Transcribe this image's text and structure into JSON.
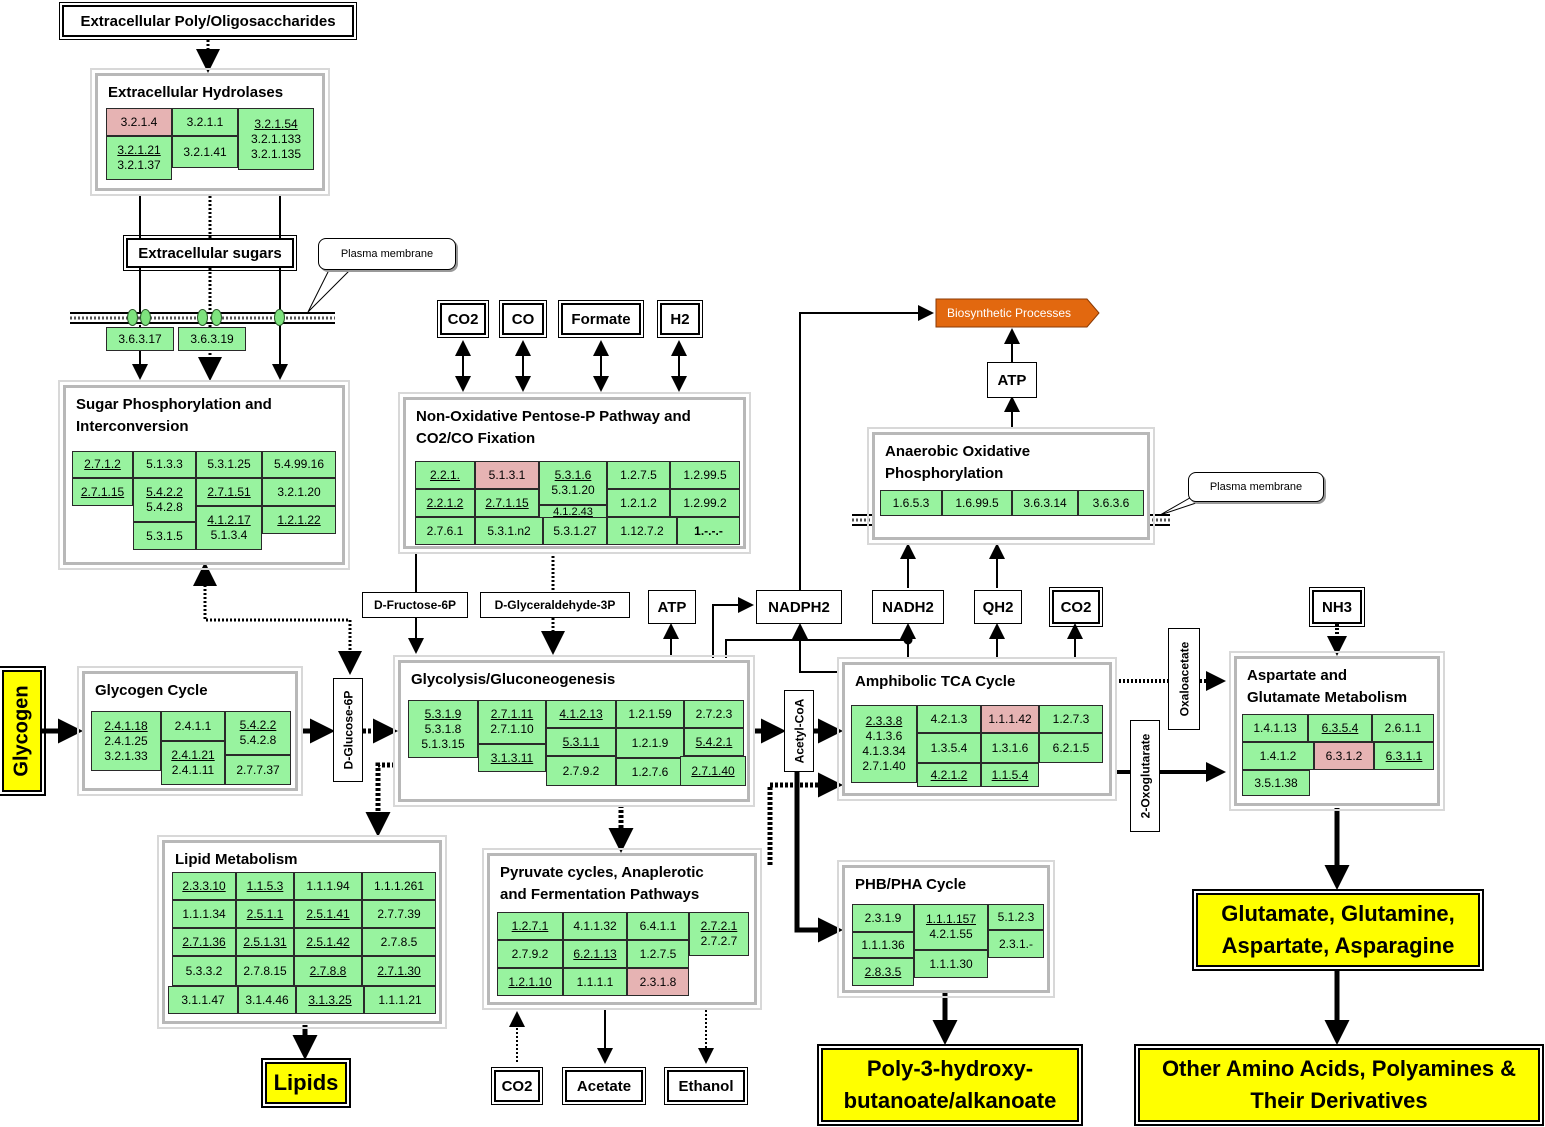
{
  "pathway": {
    "source": "Extracellular Poly/Oligosaccharides",
    "extracellular_sugars": "Extracellular sugars",
    "plasma_membrane_1": "Plasma membrane",
    "plasma_membrane_2": "Plasma membrane",
    "biosynthetic": "Biosynthetic Processes",
    "colors": {
      "enzyme": "#98f39f",
      "enzyme_highlight": "#e6b3b3",
      "product": "#ffff00",
      "biosynthetic": "#e2680f"
    }
  },
  "panels": {
    "hydrolases": "Extracellular Hydrolases",
    "sugar_phos": "Sugar Phosphorylation and\nInterconversion",
    "pentose": "Non-Oxidative Pentose-P Pathway and\nCO2/CO Fixation",
    "anaerobic": "Anaerobic Oxidative\nPhosphorylation",
    "glycogen_cycle": "Glycogen Cycle",
    "glycolysis": "Glycolysis/Gluconeogenesis",
    "tca": "Amphibolic TCA Cycle",
    "aspartate": "Aspartate and\nGlutamate Metabolism",
    "lipid": "Lipid Metabolism",
    "pyruvate": "Pyruvate cycles, Anaplerotic\nand Fermentation Pathways",
    "phb": "PHB/PHA Cycle"
  },
  "molecules": {
    "co2_top": "CO2",
    "co_top": "CO",
    "formate": "Formate",
    "h2": "H2",
    "atp_bio": "ATP",
    "d_fructose_6p": "D-Fructose-6P",
    "d_glyceraldehyde_3p": "D-Glyceraldehyde-3P",
    "atp_glyco": "ATP",
    "nadph2": "NADPH2",
    "nadh2": "NADH2",
    "qh2": "QH2",
    "co2_tca": "CO2",
    "nh3": "NH3",
    "d_glucose_6p": "D-Glucose-6P",
    "acetyl_coa": "Acetyl-CoA",
    "oxaloacetate": "Oxaloacetate",
    "oxoglutarate": "2-Oxoglutarate",
    "co2_bottom": "CO2",
    "acetate": "Acetate",
    "ethanol": "Ethanol"
  },
  "products": {
    "glycogen": "Glycogen",
    "lipids": "Lipids",
    "phb": "Poly-3-hydroxy-\nbutanoate/alkanoate",
    "glutamate": "Glutamate, Glutamine,\nAspartate, Asparagine",
    "other_aa": "Other Amino Acids, Polyamines &\nTheir Derivatives"
  },
  "enzymes": {
    "h1": "3.2.1.4",
    "h2": "3.2.1.1",
    "h3": "3.2.1.54",
    "h3b": "3.2.1.133",
    "h3c": "3.2.1.135",
    "h4": "3.2.1.21",
    "h4b": "3.2.1.37",
    "h5": "3.2.1.41",
    "t1": "3.6.3.17",
    "t2": "3.6.3.19",
    "s1": "2.7.1.2",
    "s2": "5.1.3.3",
    "s3": "5.3.1.25",
    "s4": "5.4.99.16",
    "s5": "2.7.1.15",
    "s6": "5.4.2.2",
    "s6b": "5.4.2.8",
    "s7": "2.7.1.51",
    "s8": "3.2.1.20",
    "s9": "4.1.2.17",
    "s9b": "5.1.3.4",
    "s10": "1.2.1.22",
    "s11": "5.3.1.5",
    "p1": "2.2.1.",
    "p2": "5.1.3.1",
    "p3": "5.3.1.6",
    "p3b": "5.3.1.20",
    "p4": "1.2.7.5",
    "p5": "1.2.99.5",
    "p6": "2.2.1.2",
    "p7": "2.7.1.15",
    "p8": "4.1.2.43",
    "p9": "1.2.1.2",
    "p10": "1.2.99.2",
    "p11": "2.7.6.1",
    "p12": "5.3.1.n2",
    "p13": "5.3.1.27",
    "p14": "1.12.7.2",
    "p15": "1.-.-.-",
    "a1": "1.6.5.3",
    "a2": "1.6.99.5",
    "a3": "3.6.3.14",
    "a4": "3.6.3.6",
    "g1": "2.4.1.18",
    "g1b": "2.4.1.25",
    "g1c": "3.2.1.33",
    "g2": "2.4.1.1",
    "g3": "5.4.2.2",
    "g3b": "5.4.2.8",
    "g4": "2.4.1.21",
    "g4b": "2.4.1.11",
    "g5": "2.7.7.37",
    "y1": "5.3.1.9",
    "y1b": "5.3.1.8",
    "y1c": "5.1.3.15",
    "y2": "2.7.1.11",
    "y2b": "2.7.1.10",
    "y3": "4.1.2.13",
    "y4": "1.2.1.59",
    "y5": "2.7.2.3",
    "y6": "3.1.3.11",
    "y7": "5.3.1.1",
    "y8": "1.2.1.9",
    "y9": "5.4.2.1",
    "y10": "2.7.9.2",
    "y11": "1.2.7.6",
    "y12": "2.7.1.40",
    "c1": "2.3.3.8",
    "c1b": "4.1.3.6",
    "c1c": "4.1.3.34",
    "c1d": "2.7.1.40",
    "c2": "4.2.1.3",
    "c3": "1.1.1.42",
    "c4": "1.2.7.3",
    "c5": "1.3.5.4",
    "c6": "1.3.1.6",
    "c7": "6.2.1.5",
    "c8": "4.2.1.2",
    "c9": "1.1.5.4",
    "e1": "1.4.1.13",
    "e2": "6.3.5.4",
    "e3": "2.6.1.1",
    "e4": "1.4.1.2",
    "e5": "6.3.1.2",
    "e6": "6.3.1.1",
    "e7": "3.5.1.38",
    "l1": "2.3.3.10",
    "l2": "1.1.5.3",
    "l3": "1.1.1.94",
    "l4": "1.1.1.261",
    "l5": "1.1.1.34",
    "l6": "2.5.1.1",
    "l7": "2.5.1.41",
    "l8": "2.7.7.39",
    "l9": "2.7.1.36",
    "l10": "2.5.1.31",
    "l11": "2.5.1.42",
    "l12": "2.7.8.5",
    "l13": "5.3.3.2",
    "l14": "2.7.8.15",
    "l15": "2.7.8.8",
    "l16": "2.7.1.30",
    "l17": "3.1.1.47",
    "l18": "3.1.4.46",
    "l19": "3.1.3.25",
    "l20": "1.1.1.21",
    "r1": "1.2.7.1",
    "r2": "4.1.1.32",
    "r3": "6.4.1.1",
    "r4": "2.7.2.1",
    "r4b": "2.7.2.7",
    "r5": "2.7.9.2",
    "r6": "6.2.1.13",
    "r7": "1.2.7.5",
    "r8": "1.2.1.10",
    "r9": "1.1.1.1",
    "r10": "2.3.1.8",
    "b1": "2.3.1.9",
    "b2": "1.1.1.157",
    "b2b": "4.2.1.55",
    "b3": "5.1.2.3",
    "b4": "1.1.1.36",
    "b5": "2.3.1.-",
    "b6": "2.8.3.5",
    "b7": "1.1.1.30"
  }
}
